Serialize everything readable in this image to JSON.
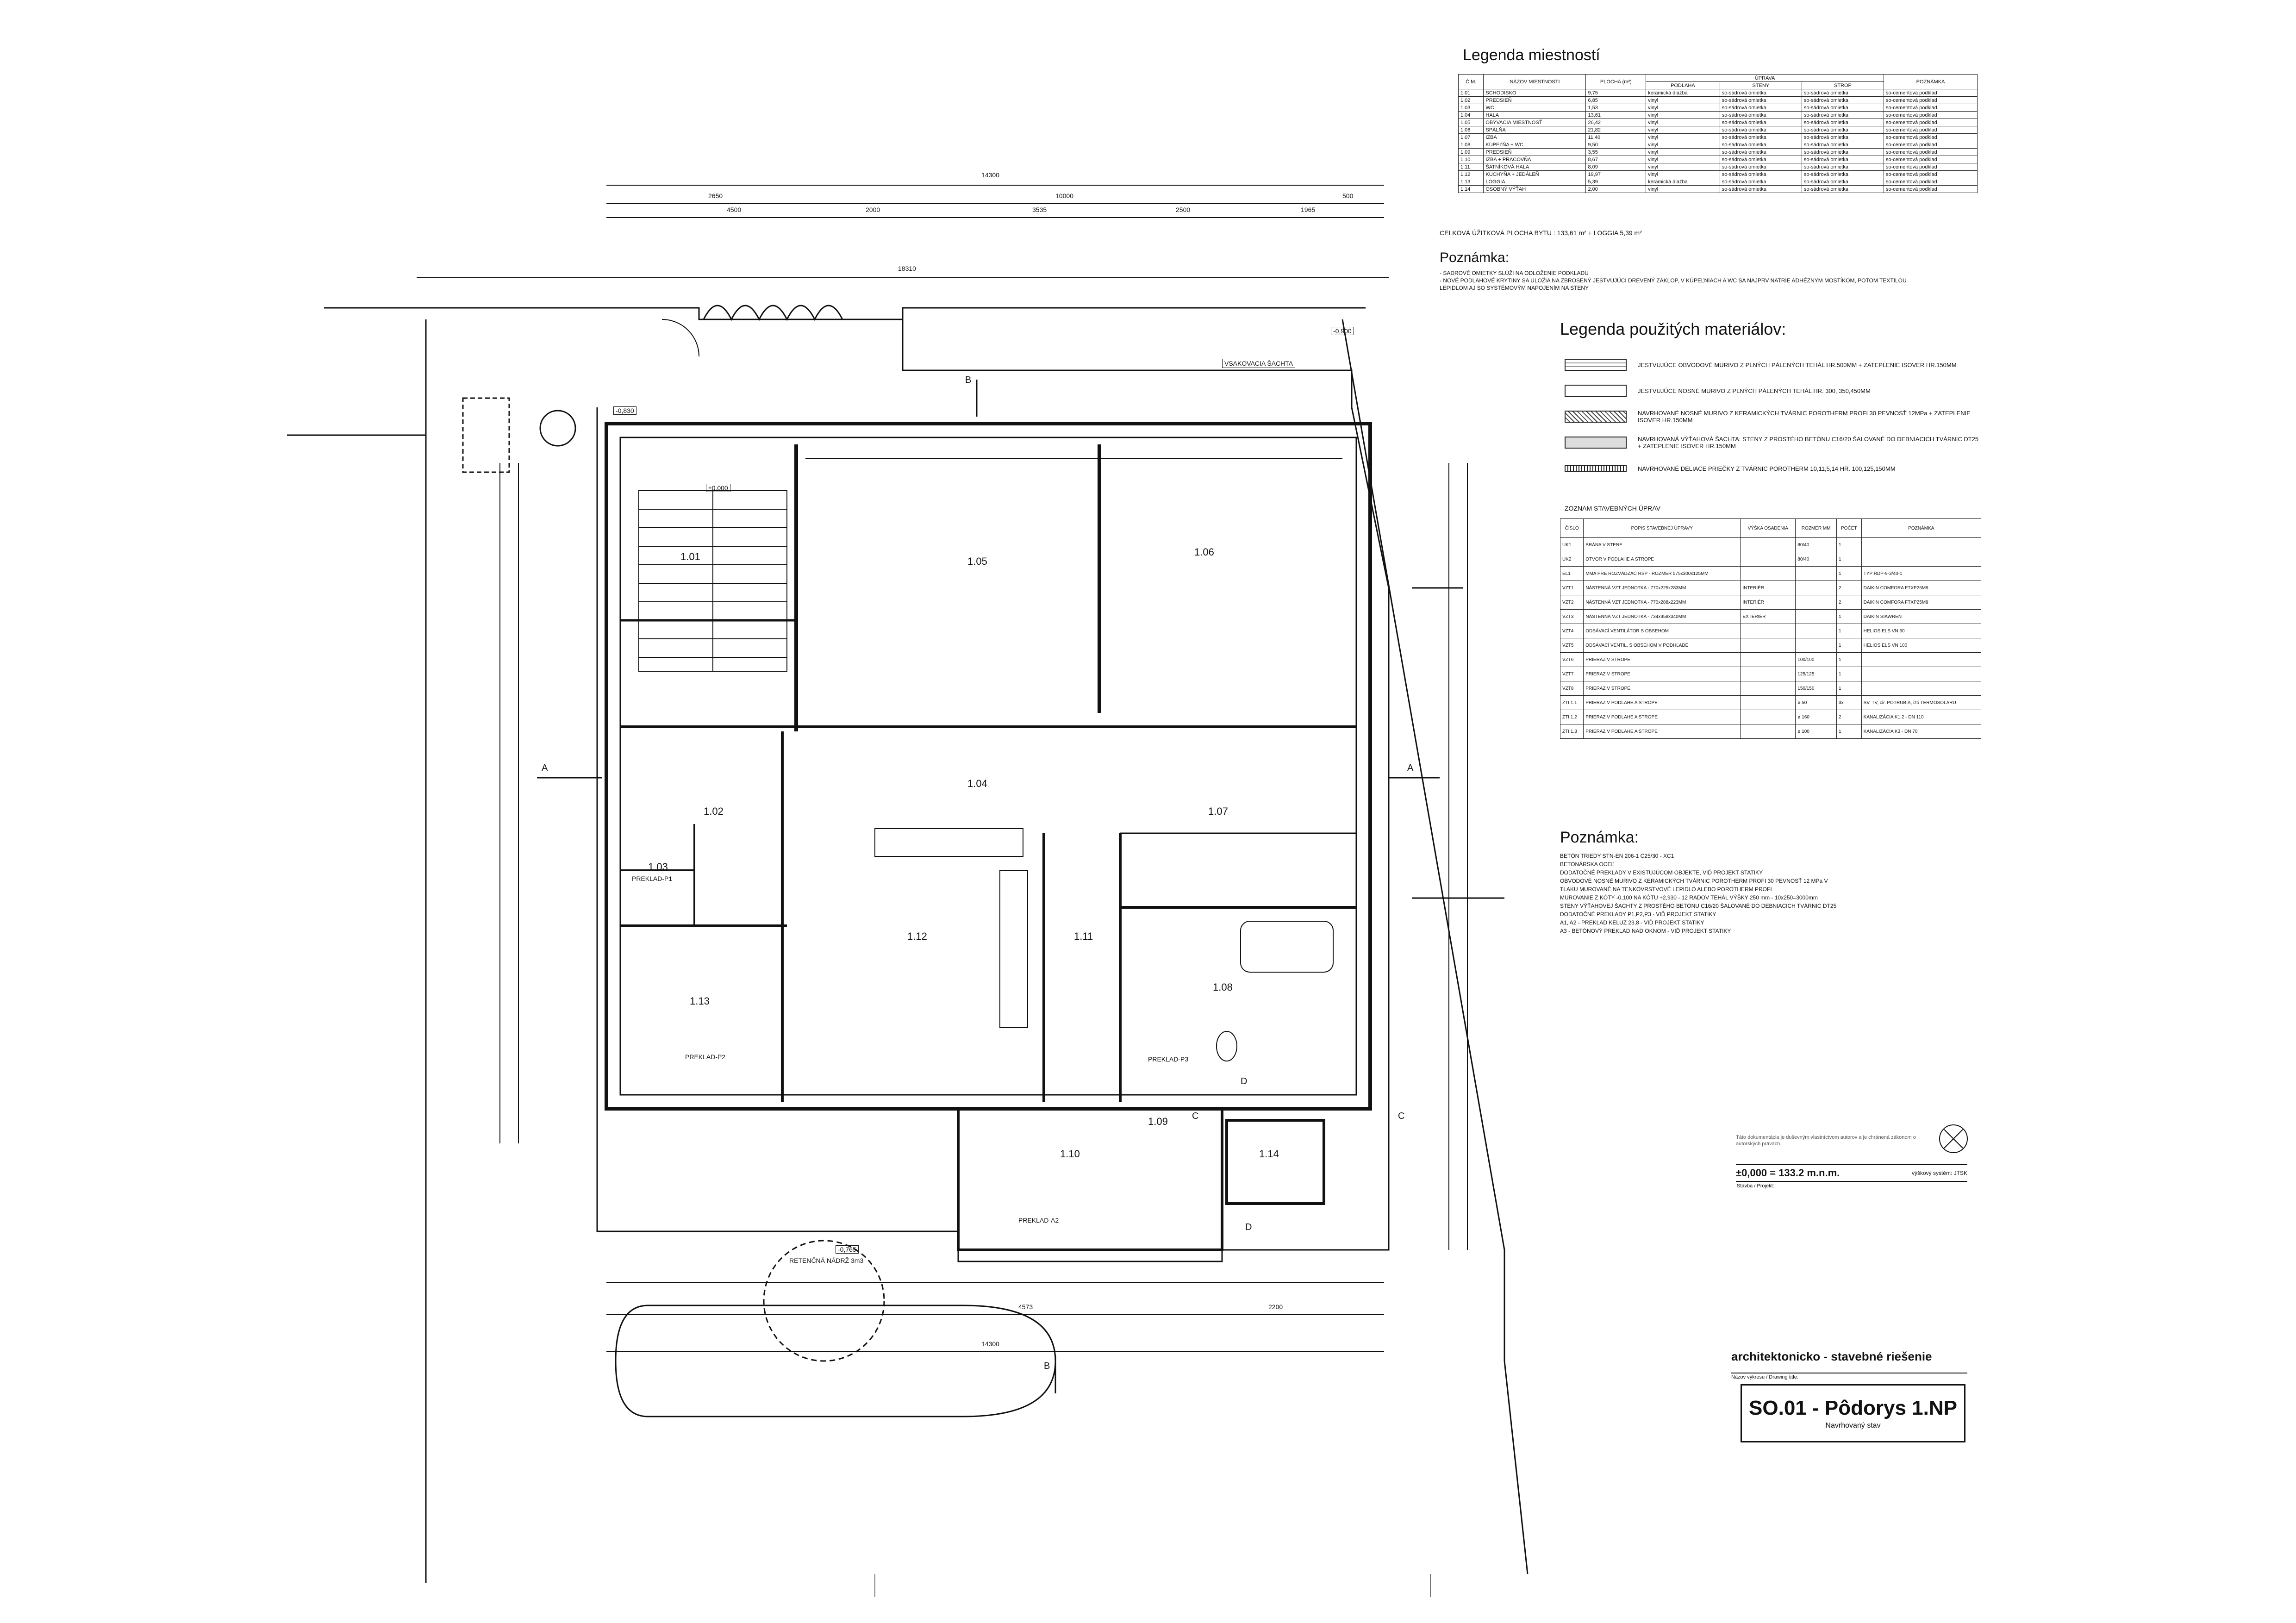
{
  "rooms_legend": {
    "title": "Legenda miestností",
    "headers": {
      "cm": "Č.M.",
      "name": "NÁZOV MIESTNOSTI",
      "area": "PLOCHA (m²)",
      "upravy": "ÚPRAVA",
      "podlaha": "PODLAHA",
      "steny": "STENY",
      "strop": "STROP",
      "poznamka": "POZNÁMKA"
    },
    "rows": [
      {
        "cm": "1.01",
        "name": "SCHODISKO",
        "area": "9,75",
        "floor": "keramická dlažba",
        "walls": "so-sádrová omietka",
        "ceiling": "so-sádrová omietka",
        "note": "so-cementová podklad"
      },
      {
        "cm": "1.02",
        "name": "PREDSIEŇ",
        "area": "6,85",
        "floor": "vinyl",
        "walls": "so-sádrová omietka",
        "ceiling": "so-sádrová omietka",
        "note": "so-cementová podklad"
      },
      {
        "cm": "1.03",
        "name": "WC",
        "area": "1,53",
        "floor": "vinyl",
        "walls": "so-sádrová omietka",
        "ceiling": "so-sádrová omietka",
        "note": "so-cementová podklad"
      },
      {
        "cm": "1.04",
        "name": "HALA",
        "area": "13,61",
        "floor": "vinyl",
        "walls": "so-sádrová omietka",
        "ceiling": "so-sádrová omietka",
        "note": "so-cementová podklad"
      },
      {
        "cm": "1.05",
        "name": "OBÝVACIA MIESTNOSŤ",
        "area": "26,42",
        "floor": "vinyl",
        "walls": "so-sádrová omietka",
        "ceiling": "so-sádrová omietka",
        "note": "so-cementová podklad"
      },
      {
        "cm": "1.06",
        "name": "SPÁLŇA",
        "area": "21,82",
        "floor": "vinyl",
        "walls": "so-sádrová omietka",
        "ceiling": "so-sádrová omietka",
        "note": "so-cementová podklad"
      },
      {
        "cm": "1.07",
        "name": "IZBA",
        "area": "11,40",
        "floor": "vinyl",
        "walls": "so-sádrová omietka",
        "ceiling": "so-sádrová omietka",
        "note": "so-cementová podklad"
      },
      {
        "cm": "1.08",
        "name": "KÚPEĽŇA + WC",
        "area": "9,50",
        "floor": "vinyl",
        "walls": "so-sádrová omietka",
        "ceiling": "so-sádrová omietka",
        "note": "so-cementová podklad"
      },
      {
        "cm": "1.09",
        "name": "PREDSIEŇ",
        "area": "3,55",
        "floor": "vinyl",
        "walls": "so-sádrová omietka",
        "ceiling": "so-sádrová omietka",
        "note": "so-cementová podklad"
      },
      {
        "cm": "1.10",
        "name": "IZBA + PRACOVŇA",
        "area": "8,67",
        "floor": "vinyl",
        "walls": "so-sádrová omietka",
        "ceiling": "so-sádrová omietka",
        "note": "so-cementová podklad"
      },
      {
        "cm": "1.11",
        "name": "ŠATNÍKOVÁ HALA",
        "area": "8,09",
        "floor": "vinyl",
        "walls": "so-sádrová omietka",
        "ceiling": "so-sádrová omietka",
        "note": "so-cementová podklad"
      },
      {
        "cm": "1.12",
        "name": "KUCHYŇA + JEDÁLEŇ",
        "area": "19,97",
        "floor": "vinyl",
        "walls": "so-sádrová omietka",
        "ceiling": "so-sádrová omietka",
        "note": "so-cementová podklad"
      },
      {
        "cm": "1.13",
        "name": "LOGGIA",
        "area": "5,39",
        "floor": "keramická dlažba",
        "walls": "so-sádrová omietka",
        "ceiling": "so-sádrová omietka",
        "note": "so-cementová podklad"
      },
      {
        "cm": "1.14",
        "name": "OSOBNÝ VÝŤAH",
        "area": "2,00",
        "floor": "vinyl",
        "walls": "so-sádrová omietka",
        "ceiling": "so-sádrová omietka",
        "note": "so-cementová podklad"
      }
    ],
    "total": "CELKOVÁ ÚŽITKOVÁ PLOCHA BYTU : 133,61 m² + LOGGIA 5,39 m²"
  },
  "note1": {
    "title": "Poznámka:",
    "lines": [
      "- SADROVÉ OMIETKY SLÚŽI NA ODLOŽENIE PODKLADU",
      "- NOVÉ PODLAHOVÉ KRYTINY SA ULOŽIA NA ZBROSENÝ JESTVUJÚCI DREVENÝ ZÁKLOP, V KÚPEĽNIACH A WC SA NAJPRV NATRIE ADHÉZNYM MOSTÍKOM, POTOM TEXTILOU",
      "LEPIDLOM AJ SO SYSTÉMOVÝM NAPOJENÍM NA STENY"
    ]
  },
  "materials_legend": {
    "title": "Legenda použitých materiálov:",
    "items": [
      {
        "text": "JESTVUJÚCE OBVODOVÉ MURIVO Z PLNÝCH PÁLENÝCH TEHÁL HR.500MM + ZATEPLENIE ISOVER HR.150MM"
      },
      {
        "text": "JESTVUJÚCE NOSNÉ MURIVO Z PLNÝCH PÁLENÝCH TEHÁL HR. 300, 350,450MM"
      },
      {
        "text": "NAVRHOVANÉ NOSNÉ MURIVO Z KERAMICKÝCH TVÁRNIC POROTHERM PROFI 30 PEVNOSŤ 12MPa + ZATEPLENIE ISOVER HR.150MM"
      },
      {
        "text": "NAVRHOVANÁ VÝŤAHOVÁ ŠACHTA: STENY Z PROSTÉHO BETÓNU C16/20 ŠALOVANÉ DO DEBNIACICH TVÁRNIC DT25 + ZATEPLENIE ISOVER HR.150MM"
      },
      {
        "text": "NAVRHOVANÉ DELIACE PRIEČKY Z TVÁRNIC POROTHERM 10,11,5,14 HR. 100,125,150MM"
      }
    ]
  },
  "works_list": {
    "title": "ZOZNAM STAVEBNÝCH ÚPRAV",
    "headers": [
      "ČÍSLO",
      "POPIS STAVEBNEJ ÚPRAVY",
      "VÝŠKA OSADENIA",
      "ROZMER MM",
      "POČET",
      "POZNÁMKA"
    ],
    "rows": [
      [
        "UK1",
        "BRÁNA V STENE",
        "",
        "80/40",
        "1",
        ""
      ],
      [
        "UK2",
        "OTVOR V PODLAHE A STROPE",
        "",
        "80/40",
        "1",
        ""
      ],
      [
        "EL1",
        "MMA PRE ROZVÁDZAČ RSP - ROZMER 575x300x125MM",
        "",
        "",
        "1",
        "TYP RDP-9-3/40-1"
      ],
      [
        "VZT1",
        "NÁSTENNÁ VZT JEDNOTKA - 770x225x283MM",
        "INTERIÉR",
        "",
        "2",
        "DAIKIN COMFORA FTXP25M9"
      ],
      [
        "VZT2",
        "NÁSTENNÁ VZT JEDNOTKA - 770x288x223MM",
        "INTERIÉR",
        "",
        "2",
        "DAIKIN COMFORA FTXP25M9"
      ],
      [
        "VZT3",
        "NÁSTENNÁ VZT JEDNOTKA - 734x958x340MM",
        "EXTERIÉR",
        "",
        "1",
        "DAIKIN SIAWREN"
      ],
      [
        "VZT4",
        "ODSÁVACÍ VENTILÁTOR S OBSEHOM",
        "",
        "",
        "1",
        "HELIOS ELS VN 60"
      ],
      [
        "VZT5",
        "ODSÁVACÍ VENTIL. S OBSEHOM V PODHĽADE",
        "",
        "",
        "1",
        "HELIOS ELS VN 100"
      ],
      [
        "VZT6",
        "PRIERAZ V STROPE",
        "",
        "100/100",
        "1",
        ""
      ],
      [
        "VZT7",
        "PRIERAZ V STROPE",
        "",
        "125/125",
        "1",
        ""
      ],
      [
        "VZT8",
        "PRIERAZ V STROPE",
        "",
        "150/150",
        "1",
        ""
      ],
      [
        "ZTI.1.1",
        "PRIERAZ V PODLAHE A STROPE",
        "",
        "ø 50",
        "3x",
        "SV, TV, cir. POTRUBIA, izo TERMOSOLARU"
      ],
      [
        "ZTI.1.2",
        "PRIERAZ V PODLAHE A STROPE",
        "",
        "ø 160",
        "2",
        "KANALIZÁCIA K1,2 - DN 110"
      ],
      [
        "ZTI.1.3",
        "PRIERAZ V PODLAHE A STROPE",
        "",
        "ø 100",
        "1",
        "KANALIZÁCIA K3 - DN 70"
      ]
    ]
  },
  "note2": {
    "title": "Poznámka:",
    "lines": [
      "BETÓN TRIEDY STN-EN 206-1 C25/30 - XC1",
      "BETONÁRSKA OCEĽ",
      "DODATOČNÉ PREKLADY V EXISTUJÚCOM OBJEKTE, VIĎ PROJEKT STATIKY",
      "OBVODOVÉ NOSNÉ MURIVO Z KERAMICKÝCH TVÁRNIC POROTHERM PROFI 30 PEVNOSŤ 12 MPa V",
      "TLAKU MUROVANÉ NA TENKOVRSTVOVÉ LEPIDLO ALEBO POROTHERM PROFI",
      "MUROVANIE Z KÓTY -0,100 NA KÓTU +2,930 - 12 RADOV TEHÁL VÝŠKY 250 mm - 10x250=3000mm",
      "STENY VÝŤAHOVEJ ŠACHTY Z PROSTÉHO BETÓNU C16/20 ŠALOVANÉ DO DEBNIACICH TVÁRNIC DT25",
      "DODATOČNÉ PREKLADY P1,P2,P3 - VIĎ PROJEKT STATIKY",
      "A1, A2 - PREKLAD KELUZ 23,8 - VIĎ PROJEKT STATIKY",
      "A3 - BETÓNOVÝ PREKLAD NAD OKNOM - VIĎ PROJEKT STATIKY"
    ]
  },
  "title_block": {
    "disclaimer": "Táto dokumentácia je duševným vlastníctvom autorov a je chránená zákonom o autorských právach.",
    "level": "±0,000 = 133.2 m.n.m.",
    "height_system": "výškový systém: JTSK",
    "investor_label": "Stavba / Projekt:",
    "drawing_type": "architektonicko - stavebné riešenie",
    "drawing_label": "Názov výkresu / Drawing title:",
    "drawing_title": "SO.01 - Pôdorys 1.NP",
    "state": "Navrhovaný stav"
  },
  "plan": {
    "rooms": [
      {
        "id": "1.01",
        "label": "1.01"
      },
      {
        "id": "1.02",
        "label": "1.02"
      },
      {
        "id": "1.03",
        "label": "1.03"
      },
      {
        "id": "1.04",
        "label": "1.04"
      },
      {
        "id": "1.05",
        "label": "1.05"
      },
      {
        "id": "1.06",
        "label": "1.06"
      },
      {
        "id": "1.07",
        "label": "1.07"
      },
      {
        "id": "1.08",
        "label": "1.08"
      },
      {
        "id": "1.09",
        "label": "1.09"
      },
      {
        "id": "1.10",
        "label": "1.10"
      },
      {
        "id": "1.11",
        "label": "1.11"
      },
      {
        "id": "1.12",
        "label": "1.12"
      },
      {
        "id": "1.13",
        "label": "1.13"
      },
      {
        "id": "1.14",
        "label": "1.14"
      }
    ],
    "dims": {
      "top_total": "14300",
      "top_a": "2650",
      "top_b": "10000",
      "top_c": "500",
      "top2_a": "4500",
      "top2_b": "2000",
      "top2_c": "3535",
      "top2_d": "2500",
      "top2_e": "1965",
      "site_w": "18310",
      "bottom_total": "14300",
      "bottom_a": "4573",
      "bottom_b": "2200"
    },
    "labels": {
      "shaft": "VSAKOVACIA ŠACHTA",
      "tank": "RETENČNÁ NÁDRŽ 3m3",
      "section_a": "A",
      "section_b": "B",
      "section_c": "C",
      "section_d": "D",
      "lintel1": "PREKLAD-P1",
      "lintel2": "PREKLAD-P2",
      "lintel3": "PREKLAD-P3",
      "lintel_a2": "PREKLAD-A2",
      "level1": "-0,830",
      "level2": "-0,765",
      "level3": "-0,900",
      "level4": "±0,000"
    }
  }
}
